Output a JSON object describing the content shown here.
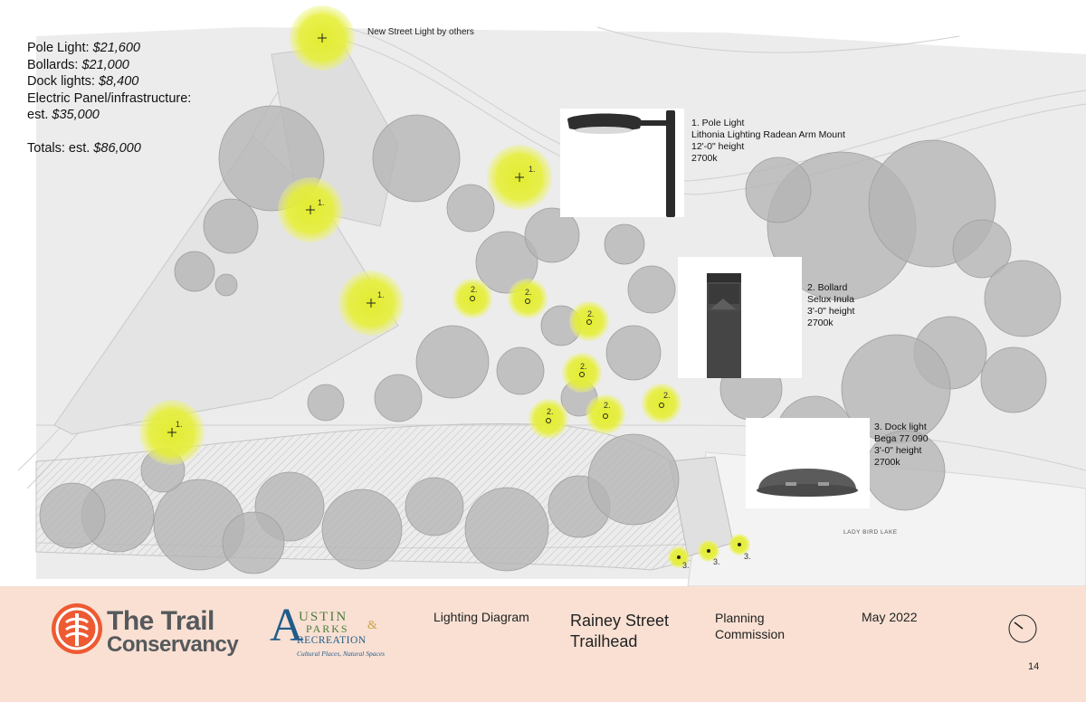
{
  "costs": {
    "pole_label": "Pole Light: ",
    "pole_value": "$21,600",
    "bollards_label": "Bollards: ",
    "bollards_value": "$21,000",
    "dock_label": "Dock lights: ",
    "dock_value": "$8,400",
    "panel_label": "Electric Panel/infrastructure:",
    "panel_est": "est. ",
    "panel_value": "$35,000",
    "totals_label": "Totals: est. ",
    "totals_value": "$86,000"
  },
  "street_light_label": "New Street Light by others",
  "specs": {
    "pole": [
      "1. Pole Light",
      "Lithonia Lighting Radean Arm Mount",
      "12'-0\" height",
      "2700k"
    ],
    "bollard": [
      "2. Bollard",
      "Selux Inula",
      "3'-0\" height",
      "2700k"
    ],
    "dock": [
      "3. Dock light",
      "Bega 77 090",
      "3'-0\" height",
      "2700k"
    ]
  },
  "lake_label": "LADY BIRD LAKE",
  "markers": {
    "pole": "1.",
    "bollard": "2.",
    "dock": "3."
  },
  "footer": {
    "brand_line1": "The Trail",
    "brand_line2": "Conservancy",
    "partner_big_a": "A",
    "partner_line1": "USTIN",
    "partner_line2": "PARKS",
    "partner_line3": "RECREATION",
    "partner_ampersand": "&",
    "partner_tagline": "Cultural Places, Natural Spaces",
    "doc_type": "Lighting Diagram",
    "project_line1": "Rainey Street",
    "project_line2": "Trailhead",
    "audience_line1": "Planning",
    "audience_line2": "Commission",
    "date": "May 2022",
    "page_number": "14"
  },
  "colors": {
    "glow": "#e6ef3a",
    "tree": "#b3b3b3",
    "footer_bg": "#f9e0d3",
    "brand_orange": "#ee5a32",
    "brand_gray": "#55595c",
    "parks_green": "#4a7d3b",
    "parks_blue": "#1f5c8a"
  }
}
